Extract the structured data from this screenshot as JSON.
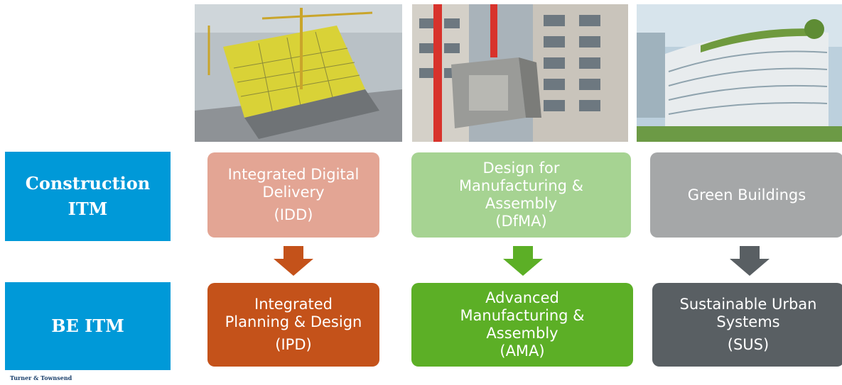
{
  "row_labels": {
    "construction": "Construction\nITM",
    "be": "BE ITM"
  },
  "top_row": [
    {
      "title": "Integrated Digital\nDelivery",
      "abbr": "(IDD)",
      "color": "#e3a594"
    },
    {
      "title": "Design for\nManufacturing &\nAssembly",
      "abbr": "(DfMA)",
      "color": "#a6d392"
    },
    {
      "title": "Green Buildings",
      "abbr": "",
      "color": "#a5a7a8"
    }
  ],
  "bottom_row": [
    {
      "title": "Integrated\nPlanning & Design",
      "abbr": "(IPD)",
      "color": "#c4521a"
    },
    {
      "title": "Advanced\nManufacturing &\nAssembly",
      "abbr": "(AMA)",
      "color": "#5caf26"
    },
    {
      "title": "Sustainable Urban\nSystems",
      "abbr": "(SUS)",
      "color": "#595f63"
    }
  ],
  "arrow_colors": [
    "#c4521a",
    "#5caf26",
    "#595f63"
  ],
  "label_color": "#0099d8",
  "photos": [
    {
      "icon": "construction-model-photo"
    },
    {
      "icon": "prefab-module-crane-photo"
    },
    {
      "icon": "green-building-photo"
    }
  ],
  "footer": {
    "logo_text": "Turner & Townsend"
  }
}
